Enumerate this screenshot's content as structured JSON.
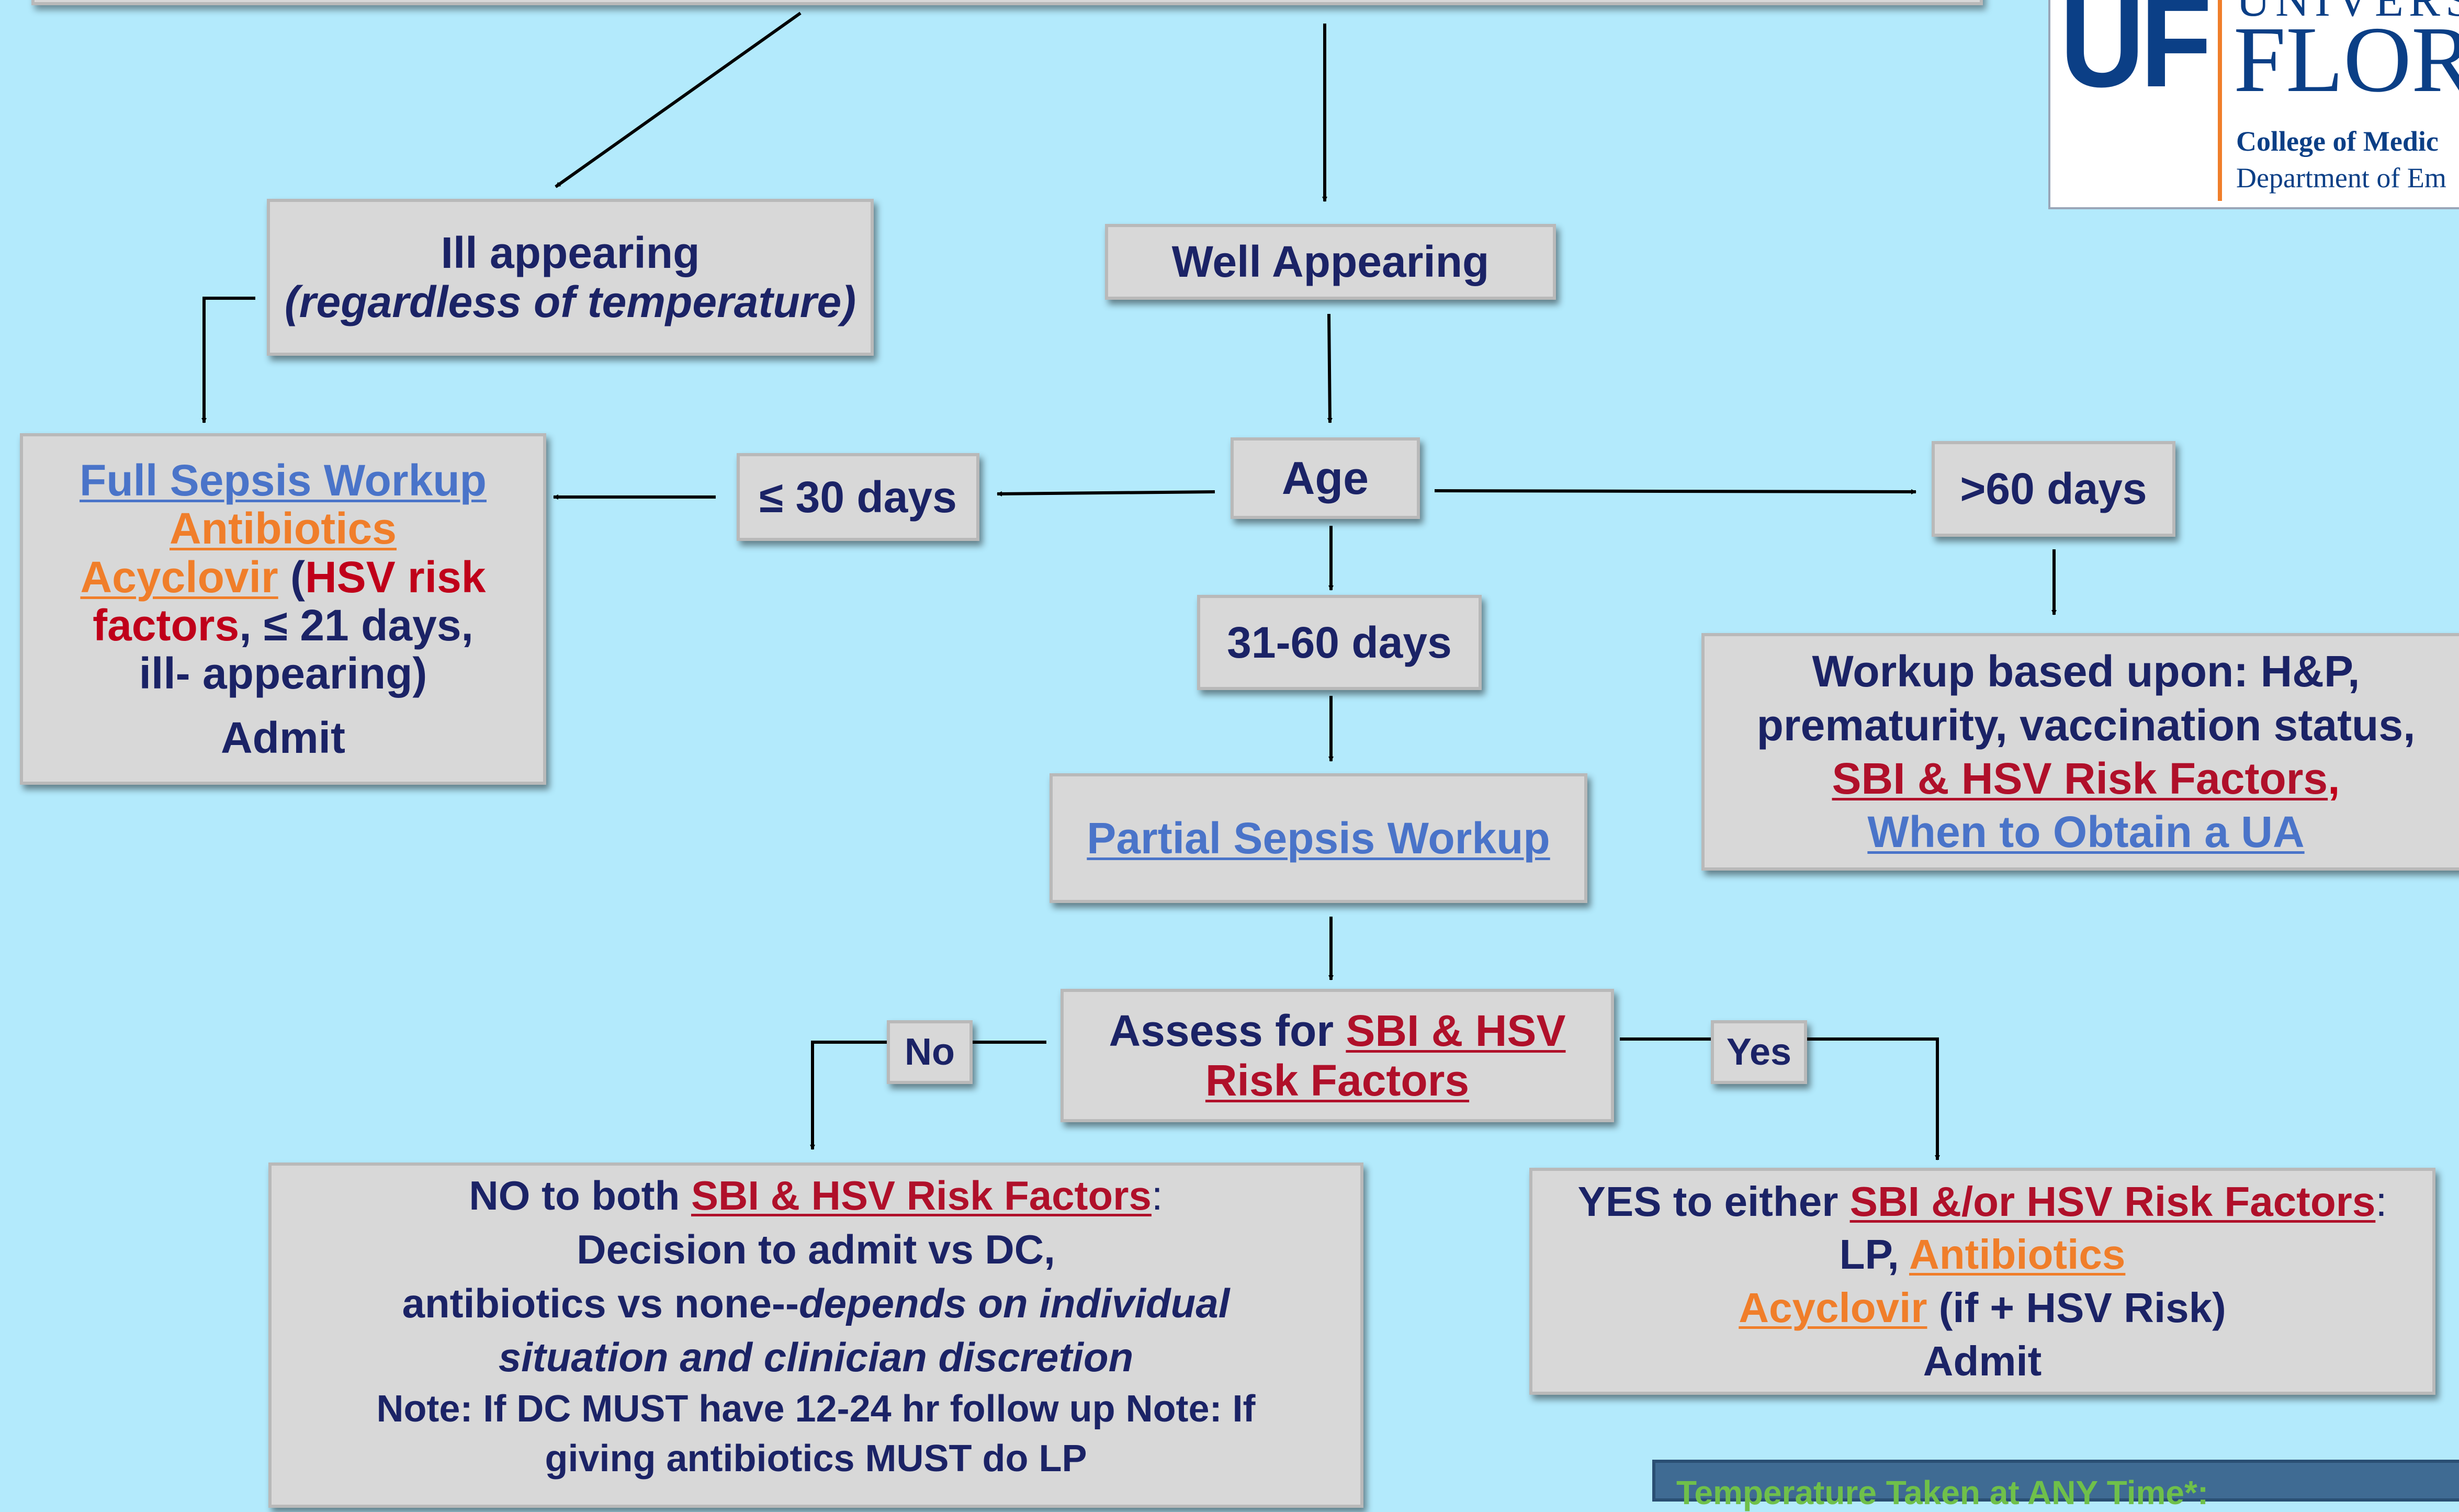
{
  "logo": {
    "uf": "UF",
    "univ": "UNIVERS",
    "flor": "FLOR",
    "college": "College of Medic",
    "dept": "Department of Em"
  },
  "ill": {
    "line1": "Ill appearing",
    "line2": "(regardless of temperature)"
  },
  "well": {
    "label": "Well Appearing"
  },
  "full": {
    "workup": "Full Sepsis Workup",
    "antibiotics": "Antibiotics",
    "acyclovir": "Acyclovir",
    "open": " (",
    "hsv_risk": "HSV risk factors",
    "rest": ", ≤ 21 days, ill- appearing)",
    "admit": "Admit"
  },
  "le30": {
    "label": "≤ 30 days"
  },
  "age": {
    "label": "Age"
  },
  "gt60": {
    "label": ">60 days"
  },
  "d3160": {
    "label": "31-60 days"
  },
  "gt60box": {
    "line1": "Workup based upon: H&P,",
    "line2": "prematurity, vaccination status,",
    "sbi_link": "SBI & HSV Risk Factors",
    "comma": ",",
    "ua_link": "When to Obtain a UA"
  },
  "partial": {
    "label": "Partial Sepsis Workup"
  },
  "assess": {
    "prefix": "Assess for ",
    "link1": "SBI & HSV",
    "link2": "Risk Factors"
  },
  "no": {
    "label": "No"
  },
  "yes": {
    "label": "Yes"
  },
  "nobox": {
    "prefix": "NO to both ",
    "link": "SBI & HSV Risk Factors",
    "colon": ":",
    "line2": "Decision to admit vs DC,",
    "line3a": "antibiotics vs none--",
    "line3b": "depends on individual",
    "line4": "situation and clinician discretion",
    "line5": "Note: If DC MUST have 12-24 hr follow up Note: If",
    "line6": "giving antibiotics MUST do LP"
  },
  "yesbox": {
    "prefix": "YES to either ",
    "link": "SBI &/or HSV Risk Factors",
    "colon": ":",
    "lp": "LP, ",
    "antibiotics": "Antibiotics",
    "acyclovir": "Acyclovir",
    "if_hsv": " (if + HSV Risk)",
    "admit": "Admit"
  },
  "bottom_tab": {
    "label": "Temperature Taken at ANY Time*:"
  },
  "colors": {
    "background": "#b3eafc",
    "box": "#d8d8d8",
    "text": "#1b2366",
    "link_blue": "#4a74c9",
    "link_orange": "#f07e2a",
    "link_red": "#b0102a"
  }
}
